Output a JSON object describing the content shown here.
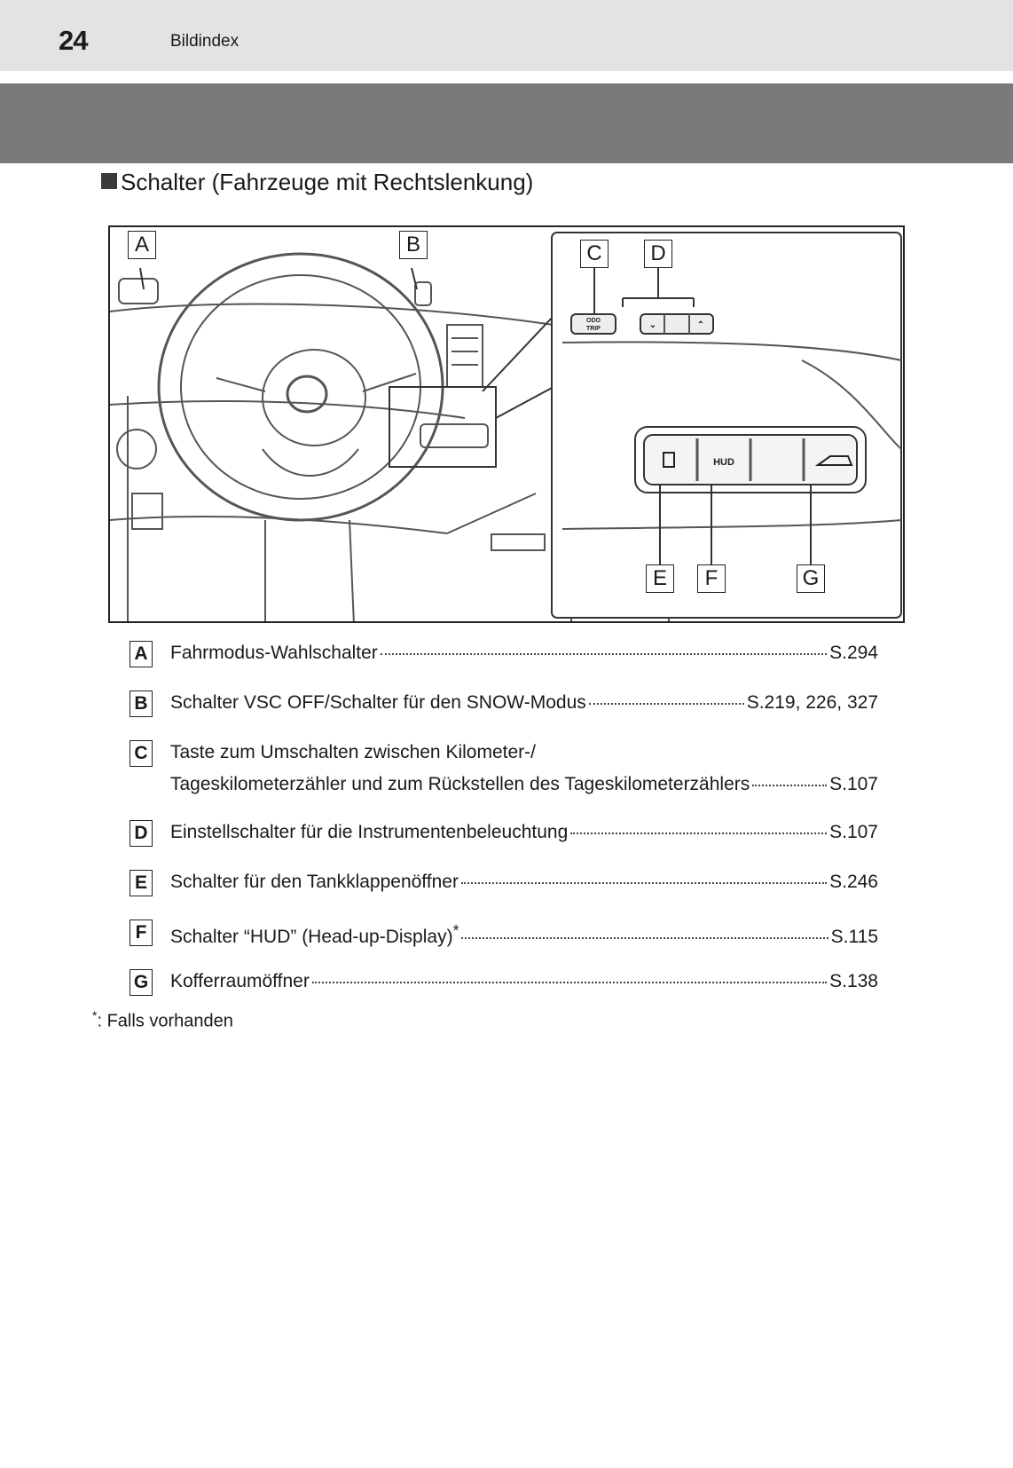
{
  "header": {
    "page_number": "24",
    "label": "Bildindex"
  },
  "section": {
    "title": "Schalter (Fahrzeuge mit Rechtslenkung)"
  },
  "figure": {
    "labels": [
      "A",
      "B",
      "C",
      "D",
      "E",
      "F",
      "G"
    ],
    "button_texts": {
      "odo": "ODO",
      "trip": "TRIP",
      "hud": "HUD"
    }
  },
  "items": [
    {
      "key": "A",
      "text": "Fahrmodus-Wahlschalter",
      "ref": "S.294"
    },
    {
      "key": "B",
      "text": "Schalter VSC OFF/Schalter für den SNOW-Modus",
      "ref": "S.219, 226, 327"
    },
    {
      "key": "C",
      "text_line1": "Taste zum Umschalten zwischen Kilometer-/",
      "text": "Tageskilometerzähler und zum Rückstellen des Tageskilometerzählers",
      "ref": "S.107"
    },
    {
      "key": "D",
      "text": "Einstellschalter für die Instrumentenbeleuchtung",
      "ref": "S.107"
    },
    {
      "key": "E",
      "text": "Schalter für den Tankklappenöffner",
      "ref": "S.246"
    },
    {
      "key": "F",
      "text": "Schalter “HUD” (Head-up-Display)",
      "marker": "*",
      "ref": "S.115"
    },
    {
      "key": "G",
      "text": "Kofferraumöffner",
      "ref": "S.138"
    }
  ],
  "footnote": {
    "marker": "*",
    "text": ":  Falls vorhanden"
  }
}
